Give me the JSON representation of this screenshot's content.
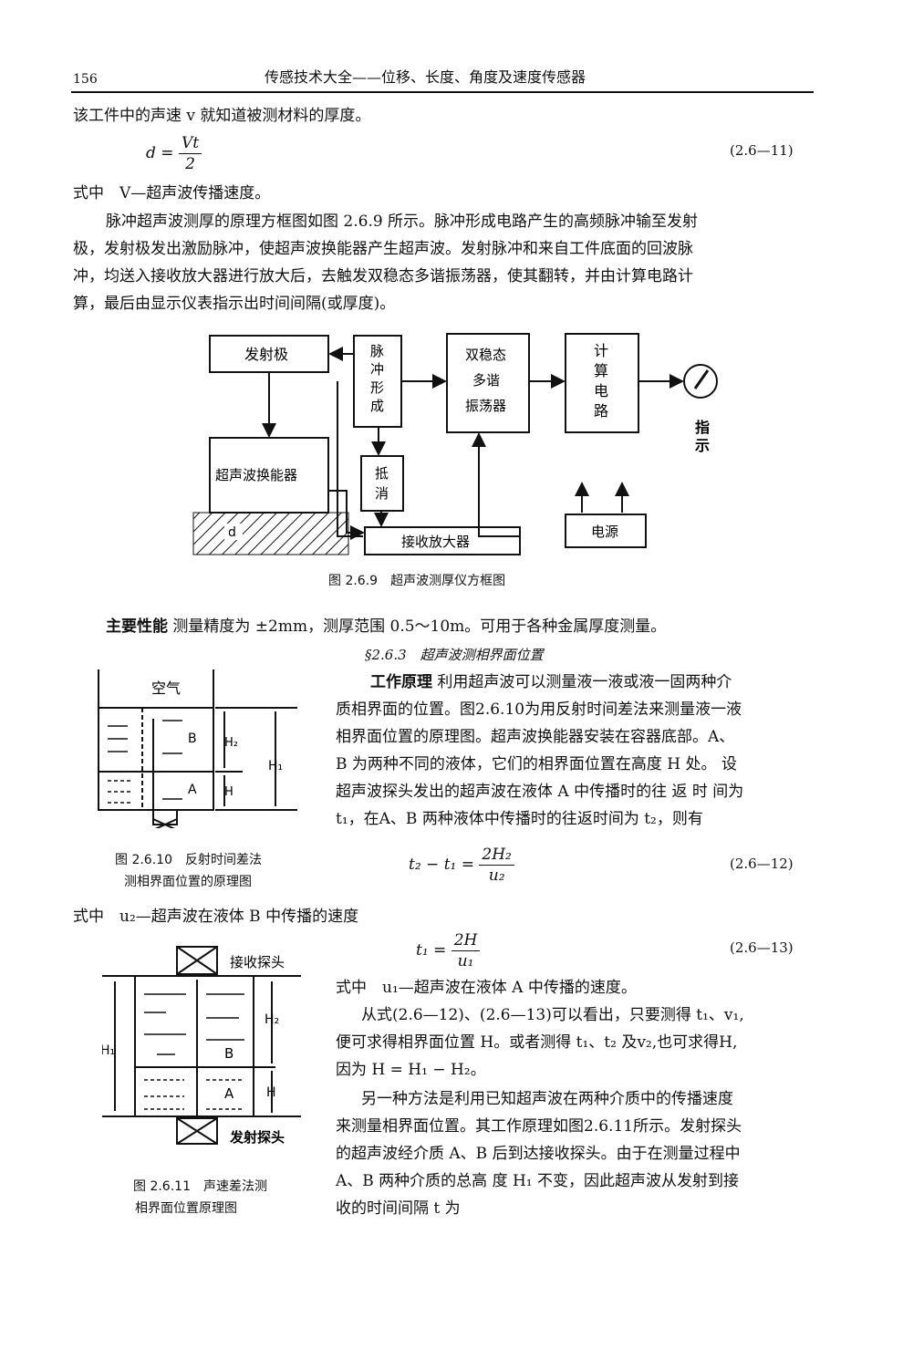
{
  "header": {
    "page_number": "156",
    "title": "传感技术大全——位移、长度、角度及速度传感器"
  },
  "body": {
    "line1": "该工件中的声速 v 就知道被测材料的厚度。",
    "eq11_lhs": "d =",
    "eq11_num": "Vt",
    "eq11_den": "2",
    "eq11_no": "(2.6—11)",
    "where1": "式中　V—超声波传播速度。",
    "para1": [
      "脉冲超声波测厚的原理方框图如图 2.6.9 所示。脉冲形成电路产生的高频脉冲输至发射",
      "极，发射极发出激励脉冲，使超声波换能器产生超声波。发射脉冲和来自工件底面的回波脉",
      "冲，均送入接收放大器进行放大后，去触发双稳态多谐振荡器，使其翻转，并由计算电路计",
      "算，最后由显示仪表指示出时间间隔(或厚度)。"
    ],
    "perf_label": "主要性能",
    "perf_text": "测量精度为 ±2mm，测厚范围 0.5～10m。可用于各种金属厚度测量。",
    "section": "§2.6.3　超声波测相界面位置",
    "work_label": "工作原理",
    "para2": [
      "利用超声波可以测量液一液或液一固两种介",
      "质相界面的位置。图2.6.10为用反射时间差法来测量液一液",
      "相界面位置的原理图。超声波换能器安装在容器底部。A、",
      "B 为两种不同的液体，它们的相界面位置在高度 H 处。 设",
      "超声波探头发出的超声波在液体 A 中传播时的往 返 时 间为",
      "t₁，在A、B 两种液体中传播时的往返时间为 t₂，则有"
    ],
    "eq12_lhs": "t₂ − t₁ =",
    "eq12_num": "2H₂",
    "eq12_den": "u₂",
    "eq12_no": "(2.6—12)",
    "where2": "式中　u₂—超声波在液体 B 中传播的速度",
    "eq13_lhs": "t₁ =",
    "eq13_num": "2H",
    "eq13_den": "u₁",
    "eq13_no": "(2.6—13)",
    "where3": "式中　u₁—超声波在液体 A 中传播的速度。",
    "para3": [
      "从式(2.6—12)、(2.6—13)可以看出，只要测得 t₁、v₁,",
      "便可求得相界面位置 H。或者测得 t₁、t₂ 及v₂,也可求得H,",
      "因为 H = H₁ − H₂。"
    ],
    "para4": [
      "另一种方法是利用已知超声波在两种介质中的传播速度",
      "来测量相界面位置。其工作原理如图2.6.11所示。发射探头",
      "的超声波经介质 A、B 后到达接收探头。由于在测量过程中",
      "A、B 两种介质的总高 度 H₁ 不变，因此超声波从发射到接",
      "收的时间间隔 t 为"
    ]
  },
  "fig269": {
    "transmitter": "发射极",
    "pulse_forming": [
      "脉",
      "冲",
      "形",
      "成"
    ],
    "bistable": [
      "双稳态",
      "多谐",
      "振荡器"
    ],
    "compute": [
      "计",
      "算",
      "电",
      "路"
    ],
    "indicate": [
      "指",
      "示"
    ],
    "transducer": "超声波换能器",
    "cancel": [
      "抵",
      "消"
    ],
    "receiver_amp": "接收放大器",
    "power": "电源",
    "thickness": "d",
    "caption": "图 2.6.9　超声波测厚仪方框图"
  },
  "fig2610": {
    "air": "空气",
    "B": "B",
    "A": "A",
    "H2": "H₂",
    "H": "H",
    "H1": "H₁",
    "caption": [
      "图 2.6.10　反射时间差法",
      "测相界面位置的原理图"
    ]
  },
  "fig2611": {
    "receive_probe": "接收探头",
    "transmit_probe": "发射探头",
    "B": "B",
    "A": "A",
    "H2": "H₂",
    "H": "H",
    "H1": "H₁",
    "caption": [
      "图 2.6.11　声速差法测",
      "相界面位置原理图"
    ]
  }
}
